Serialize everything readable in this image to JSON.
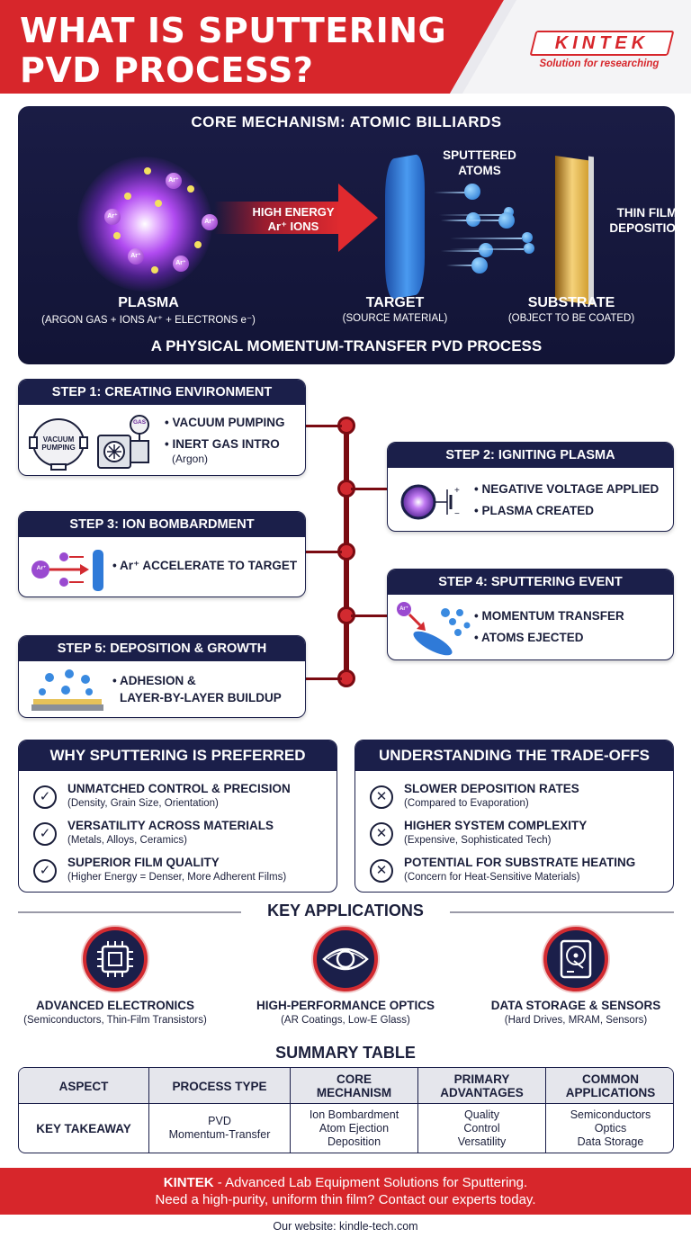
{
  "header": {
    "title_line1": "WHAT IS SPUTTERING",
    "title_line2": "PVD PROCESS?",
    "logo_text": "KINTEK",
    "logo_tagline": "Solution for researching"
  },
  "core": {
    "title": "CORE MECHANISM: ATOMIC BILLIARDS",
    "arrow_label_line1": "HIGH ENERGY",
    "arrow_label_line2": "Ar⁺ IONS",
    "ion_label": "Ar⁺",
    "sputtered_atoms_line1": "SPUTTERED",
    "sputtered_atoms_line2": "ATOMS",
    "thin_film_line1": "THIN FILM",
    "thin_film_line2": "DEPOSITION",
    "plasma_label": "PLASMA",
    "plasma_sub": "(ARGON GAS + IONS Ar⁺ + ELECTRONS e⁻)",
    "target_label": "TARGET",
    "target_sub": "(SOURCE MATERIAL)",
    "substrate_label": "SUBSTRATE",
    "substrate_sub": "(OBJECT TO BE COATED)",
    "footer": "A PHYSICAL MOMENTUM-TRANSFER PVD PROCESS"
  },
  "steps": [
    {
      "title": "STEP 1: CREATING ENVIRONMENT",
      "bullet1": "• VACUUM PUMPING",
      "bullet2": "• INERT GAS INTRO",
      "note": "(Argon)",
      "icon_label": "VACUUM PUMPING",
      "valve_label": "GAS"
    },
    {
      "title": "STEP 2: IGNITING PLASMA",
      "bullet1": "• NEGATIVE VOLTAGE APPLIED",
      "bullet2": "• PLASMA CREATED"
    },
    {
      "title": "STEP 3: ION BOMBARDMENT",
      "bullet1": "• Ar⁺ ACCELERATE TO TARGET",
      "icon_label": "Ar⁺"
    },
    {
      "title": "STEP 4: SPUTTERING EVENT",
      "bullet1": "• MOMENTUM TRANSFER",
      "bullet2": "• ATOMS EJECTED",
      "icon_label": "Ar⁺"
    },
    {
      "title": "STEP 5: DEPOSITION & GROWTH",
      "bullet1": "• ADHESION &",
      "bullet2": "LAYER-BY-LAYER BUILDUP"
    }
  ],
  "pros": {
    "title": "WHY SPUTTERING IS PREFERRED",
    "items": [
      {
        "title": "UNMATCHED CONTROL & PRECISION",
        "note": "(Density, Grain Size, Orientation)"
      },
      {
        "title": "VERSATILITY ACROSS MATERIALS",
        "note": "(Metals, Alloys, Ceramics)"
      },
      {
        "title": "SUPERIOR FILM QUALITY",
        "note": "(Higher Energy = Denser, More Adherent Films)"
      }
    ]
  },
  "cons": {
    "title": "UNDERSTANDING THE TRADE-OFFS",
    "items": [
      {
        "title": "SLOWER DEPOSITION RATES",
        "note": "(Compared to Evaporation)"
      },
      {
        "title": "HIGHER SYSTEM COMPLEXITY",
        "note": "(Expensive, Sophisticated Tech)"
      },
      {
        "title": "POTENTIAL FOR SUBSTRATE HEATING",
        "note": "(Concern for Heat-Sensitive Materials)"
      }
    ]
  },
  "applications": {
    "title": "KEY APPLICATIONS",
    "items": [
      {
        "title": "ADVANCED ELECTRONICS",
        "note": "(Semiconductors, Thin-Film Transistors)",
        "icon": "chip-icon"
      },
      {
        "title": "HIGH-PERFORMANCE OPTICS",
        "note": "(AR Coatings, Low-E Glass)",
        "icon": "eye-icon"
      },
      {
        "title": "DATA STORAGE & SENSORS",
        "note": "(Hard Drives, MRAM, Sensors)",
        "icon": "hard-drive-icon"
      }
    ]
  },
  "summary": {
    "title": "SUMMARY TABLE",
    "headers": [
      "ASPECT",
      "PROCESS TYPE",
      "CORE MECHANISM",
      "PRIMARY ADVANTAGES",
      "COMMON APPLICATIONS"
    ],
    "row": [
      "KEY TAKEAWAY",
      "PVD\nMomentum-Transfer",
      "Ion Bombardment\nAtom Ejection\nDeposition",
      "Quality\nControl\nVersatility",
      "Semiconductors\nOptics\nData Storage"
    ]
  },
  "footer": {
    "brand": "KINTEK",
    "line1_rest": " - Advanced Lab Equipment Solutions for Sputtering.",
    "line2": "Need a high-purity, uniform thin film? Contact our experts today.",
    "website": "Our website: kindle-tech.com"
  },
  "colors": {
    "brand_red": "#d7262b",
    "navy": "#1b1f4a",
    "timeline": "#7a0b12"
  }
}
